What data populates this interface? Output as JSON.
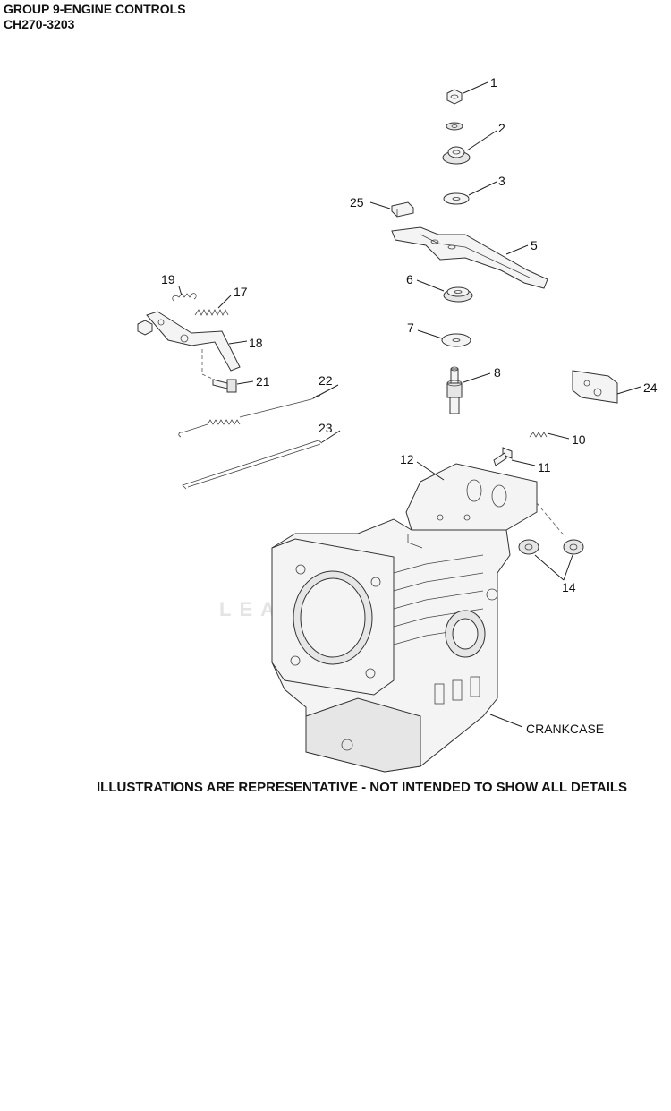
{
  "header": {
    "group_title": "GROUP 9-ENGINE CONTROLS",
    "model": "CH270-3203"
  },
  "callouts": {
    "c1": "1",
    "c2": "2",
    "c3": "3",
    "c5": "5",
    "c6": "6",
    "c7": "7",
    "c8": "8",
    "c10": "10",
    "c11": "11",
    "c12": "12",
    "c14": "14",
    "c17": "17",
    "c18": "18",
    "c19": "19",
    "c21": "21",
    "c22": "22",
    "c23": "23",
    "c24": "24",
    "c25": "25",
    "crankcase": "CRANKCASE"
  },
  "watermark": "LEADVENT",
  "disclaimer": "ILLUSTRATIONS ARE REPRESENTATIVE - NOT INTENDED TO SHOW ALL DETAILS"
}
